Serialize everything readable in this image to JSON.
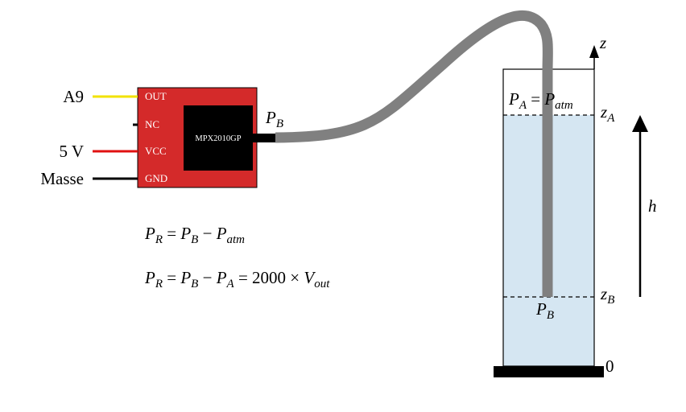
{
  "sensor": {
    "chip_label": "MPX2010GP",
    "pins": [
      "OUT",
      "NC",
      "VCC",
      "GND"
    ],
    "board_color": "#d42a2a",
    "chip_color": "#000000",
    "port_label": "P",
    "port_sub": "B"
  },
  "wires": {
    "out_label": "A9",
    "out_color": "#f2e200",
    "vcc_label": "5 V",
    "vcc_color": "#e01010",
    "gnd_label": "Masse",
    "gnd_color": "#000000"
  },
  "tube_color": "#808080",
  "water_color": "#d5e6f2",
  "equations": {
    "eq1": {
      "P": "P",
      "R": "R",
      "eq": " = ",
      "PB": "P",
      "B": "B",
      "minus": " − ",
      "Patm": "P",
      "atm": "atm"
    },
    "eq2": {
      "P": "P",
      "R": "R",
      "eq": " = ",
      "PB": "P",
      "B": "B",
      "minus": " − ",
      "PA": "P",
      "A": "A",
      "eq2": " = 2000 × ",
      "V": "V",
      "out": "out"
    }
  },
  "column": {
    "top_label_P": "P",
    "top_label_A": "A",
    "top_label_eq": " = ",
    "top_label_P2": "P",
    "top_label_atm": "atm",
    "bottom_label_P": "P",
    "bottom_label_B": "B",
    "z_axis": "z",
    "zA": "z",
    "zA_sub": "A",
    "zB": "z",
    "zB_sub": "B",
    "zero": "0",
    "h": "h"
  }
}
